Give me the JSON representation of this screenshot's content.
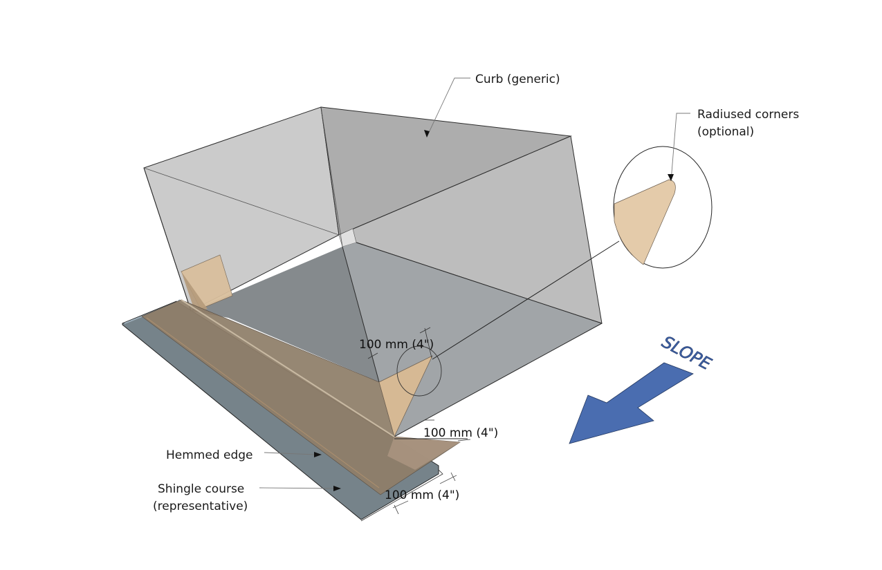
{
  "diagram": {
    "title": "Curb flashing corner detail",
    "labels": {
      "curb": "Curb (generic)",
      "radiused_line1": "Radiused corners",
      "radiused_line2": "(optional)",
      "hemmed_edge": "Hemmed edge",
      "shingle_line1": "Shingle course",
      "shingle_line2": "(representative)",
      "slope": "SLOPE"
    },
    "dimensions": {
      "upturn": "100 mm (4\")",
      "sideways": "100 mm (4\")",
      "headlap": "100 mm (4\")"
    },
    "colors": {
      "curb_light": "#cbcbcb",
      "curb_top": "#adadad",
      "curb_right": "#bdbdbd",
      "curb_shadow": "#858a8d",
      "curb_base_right": "#a1a5a8",
      "flashing_tan": "#d9bf9d",
      "flashing_dark": "#8f7e69",
      "shingle_gray": "#76838a",
      "slope_arrow": "#4a6db0"
    }
  }
}
